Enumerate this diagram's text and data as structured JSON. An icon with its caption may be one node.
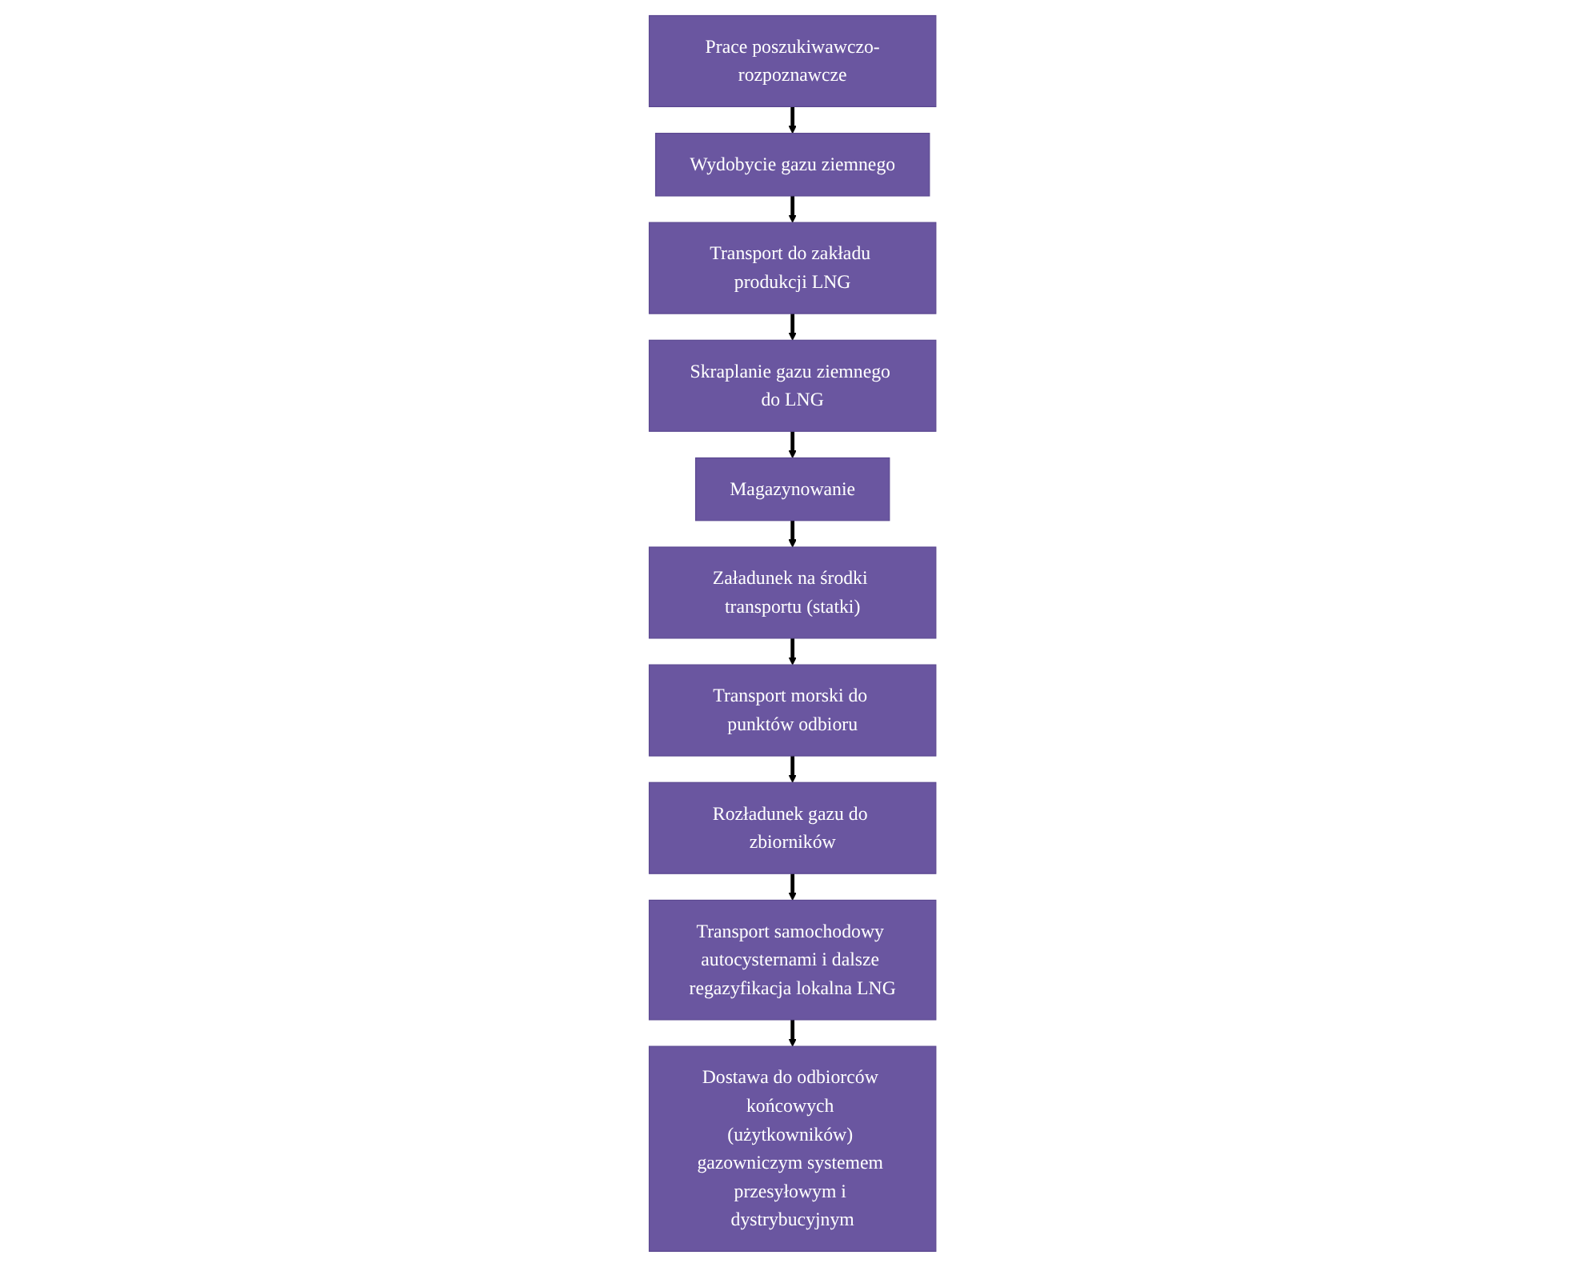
{
  "diagram": {
    "nodes": [
      {
        "text": [
          "Prace poszukiwawczo-rozpoznawcze"
        ]
      },
      {
        "text": [
          "Wydobycie gazu ziemnego"
        ]
      },
      {
        "text": [
          "Transport do zakładu produkcji LNG"
        ]
      },
      {
        "text": [
          "Skraplanie gazu ziemnego do LNG"
        ]
      },
      {
        "text": [
          "Magazynowanie"
        ]
      },
      {
        "text": [
          "Załadunek na środki transportu (statki)"
        ]
      },
      {
        "text": [
          "Transport morski do punktów odbioru"
        ]
      },
      {
        "text": [
          "Rozładunek gazu do zbiorników"
        ]
      },
      {
        "text": [
          "Transport samochodowy autocysternami i dalsze regazyfikacja lokalna LNG"
        ]
      },
      {
        "text": [
          "Dostawa do odbiorców końcowych (użytkowników) gazowniczym systemem przesyłowym i dystrybucyjnym"
        ]
      }
    ],
    "edges": [
      {
        "from": 0,
        "to": 1,
        "arrow": "to"
      },
      {
        "from": 1,
        "to": 2,
        "arrow": "to"
      },
      {
        "from": 2,
        "to": 3,
        "arrow": "to"
      },
      {
        "from": 3,
        "to": 4,
        "arrow": "to"
      },
      {
        "from": 4,
        "to": 5,
        "arrow": "to"
      },
      {
        "from": 5,
        "to": 6,
        "arrow": "to"
      },
      {
        "from": 6,
        "to": 7,
        "arrow": "to"
      },
      {
        "from": 7,
        "to": 8,
        "arrow": "to"
      },
      {
        "from": 8,
        "to": 9,
        "arrow": "to"
      }
    ]
  }
}
